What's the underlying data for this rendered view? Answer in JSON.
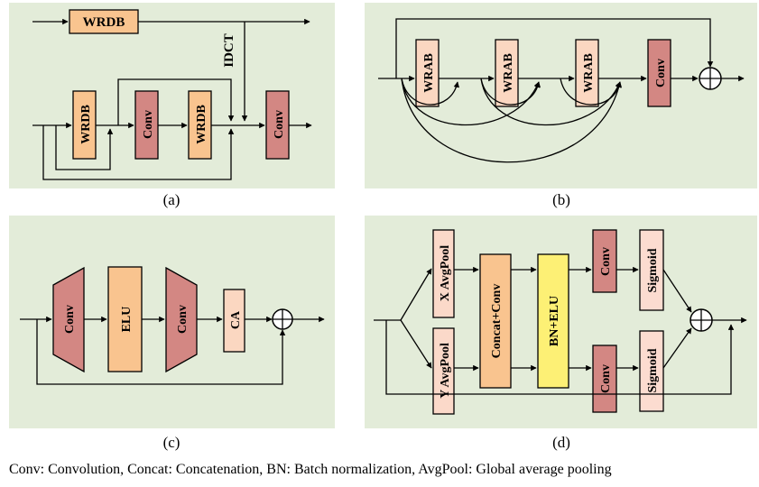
{
  "panels": {
    "a": {
      "caption": "(a)",
      "wrdb_top": "WRDB",
      "idct": "IDCT",
      "wrdb_1": "WRDB",
      "conv_1": "Conv",
      "wrdb_2": "WRDB",
      "conv_2": "Conv"
    },
    "b": {
      "caption": "(b)",
      "wrab_1": "WRAB",
      "wrab_2": "WRAB",
      "wrab_3": "WRAB",
      "conv": "Conv"
    },
    "c": {
      "caption": "(c)",
      "conv_1": "Conv",
      "elu": "ELU",
      "conv_2": "Conv",
      "ca": "CA"
    },
    "d": {
      "caption": "(d)",
      "x_avgpool": "X AvgPool",
      "y_avgpool": "Y AvgPool",
      "concat_conv": "Concat+Conv",
      "bn_elu": "BN+ELU",
      "conv_top": "Conv",
      "conv_bottom": "Conv",
      "sigmoid_top": "Sigmoid",
      "sigmoid_bottom": "Sigmoid"
    }
  },
  "legend": "Conv: Convolution, Concat: Concatenation, BN: Batch normalization, AvgPool: Global average pooling",
  "colors": {
    "panel_bg": "#e3ecd9",
    "wrdb_fill": "#f9c48f",
    "conv_fill": "#d38783",
    "elu_fill": "#f9c48f",
    "ca_fill": "#fbd7c1",
    "avgpool_fill": "#fbd9c9",
    "concat_fill": "#f9c48f",
    "bn_fill": "#fdf075",
    "sigmoid_fill": "#fcdcd0"
  }
}
